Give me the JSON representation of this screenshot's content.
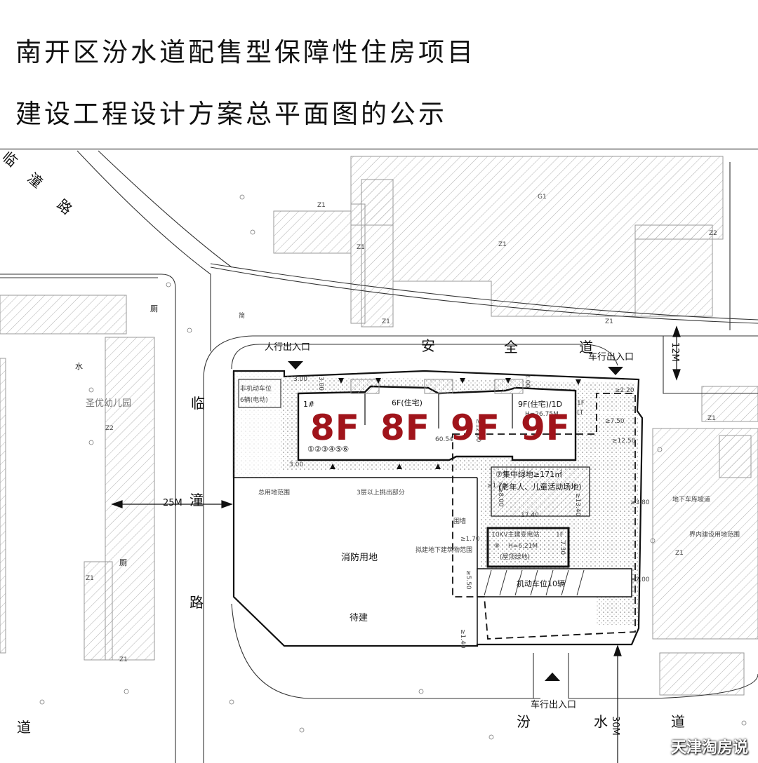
{
  "title": {
    "line1": "南开区汾水道配售型保障性住房项目",
    "line2": "建设工程设计方案总平面图的公示"
  },
  "roads": {
    "linchuan_top": [
      "临",
      "潼",
      "路"
    ],
    "linchuan_mid": [
      "临",
      "潼",
      "路"
    ],
    "anquan": [
      "安",
      "全",
      "道"
    ],
    "fenshui": [
      "汾",
      "水",
      "道"
    ],
    "dao_left": "道"
  },
  "dimensions": {
    "road_25m": "25M",
    "road_12m": "12M",
    "road_30m": "30M",
    "d300a": "3.00",
    "d300b": "3.00",
    "d300c": "3.00",
    "d300d": "3.00",
    "d6054": "60.54",
    "d1740": "17.40",
    "d220": "≥2.20",
    "d750": "≥7.50",
    "d1250": "≥12.50",
    "d380": "≥3.80",
    "d170a": "≥1.70",
    "d170b": "≥1.70",
    "d800": "≥8.00",
    "d1340": "≥13.40",
    "d550": "≥5.50",
    "d140": "≥1.40",
    "d200": "≥2.00",
    "d1200": "≥12.00",
    "d730": "7.30"
  },
  "labels": {
    "pedestrian_entrance": "人行出入口",
    "vehicle_entrance_top": "车行出入口",
    "vehicle_entrance_bottom": "车行出入口",
    "bike_parking": "非机动车位",
    "bike_count": "6辆(电动)",
    "total_land_boundary": "总用地范围",
    "upper_floors": "3层以上挑出部分",
    "green_space": "⑦集中绿地≥171㎡",
    "green_space_sub": "(老年人、儿童活动场地)",
    "wall": "围墙",
    "substation": "10KV主建变电站",
    "substation_floor": "1F",
    "substation_height": "H=6.21M",
    "substation_roof": "(屋顶绿地)",
    "substation_no": "⑧",
    "underground_boundary": "拟建地下建筑物范围",
    "fire_land": "消防用地",
    "to_be_built": "待建",
    "parking": "机动车位10辆",
    "garage_ramp": "地下车库坡道",
    "inner_land": "界内建设用地范围",
    "kindergarten": "圣优幼儿园",
    "water": "水",
    "toilet_top": "厕",
    "toilet_bottom": "厕",
    "bldg_no": "1#",
    "bldg_6f": "6F(住宅)",
    "bldg_9f": "9F(住宅)/1D",
    "bldg_1f": "1F",
    "bldg_lt": "LT",
    "bldg_h": "H=26.75M",
    "unit_numbers": "①②③④⑤⑥",
    "z1": "Z1",
    "z2": "Z2",
    "g1": "G1",
    "jian": "简"
  },
  "floors": [
    "8F",
    "8F",
    "9F",
    "9F"
  ],
  "watermark": "天津淘房说",
  "colors": {
    "floor_text": "#a0141b",
    "hatch": "#9a9a9a",
    "line": "#111111"
  }
}
